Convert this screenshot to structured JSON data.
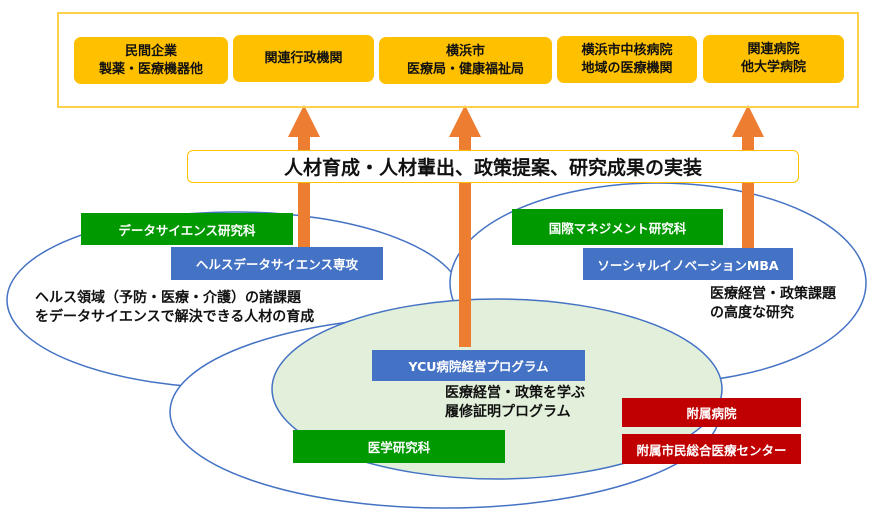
{
  "stakeholders": [
    {
      "line1": "民間企業",
      "line2": "製薬・医療機器他"
    },
    {
      "line1": "関連行政機関",
      "line2": ""
    },
    {
      "line1": "横浜市",
      "line2": "医療局・健康福祉局"
    },
    {
      "line1": "横浜市中核病院",
      "line2": "地域の医療機関"
    },
    {
      "line1": "関連病院",
      "line2": "他大学病院"
    }
  ],
  "banner": "人材育成・人材輩出、政策提案、研究成果の実装",
  "data_science": {
    "school": "データサイエンス研究科",
    "program": "ヘルスデータサイエンス専攻",
    "desc1": "ヘルス領域（予防・医療・介護）の諸課題",
    "desc2": "をデータサイエンスで解決できる人材の育成"
  },
  "management": {
    "school": "国際マネジメント研究科",
    "program": "ソーシャルイノベーションMBA",
    "desc1": "医療経営・政策課題",
    "desc2": "の高度な研究"
  },
  "medicine": {
    "program": "YCU病院経営プログラム",
    "desc1": "医療経営・政策を学ぶ",
    "desc2": "履修証明プログラム",
    "school": "医学研究科",
    "hospital1": "附属病院",
    "hospital2": "附属市民総合医療センター"
  },
  "colors": {
    "yellow": "#ffc000",
    "blue": "#4472c4",
    "green": "#009900",
    "red": "#c00000",
    "arrow": "#ed7d31",
    "light_green": "#e2efda"
  }
}
